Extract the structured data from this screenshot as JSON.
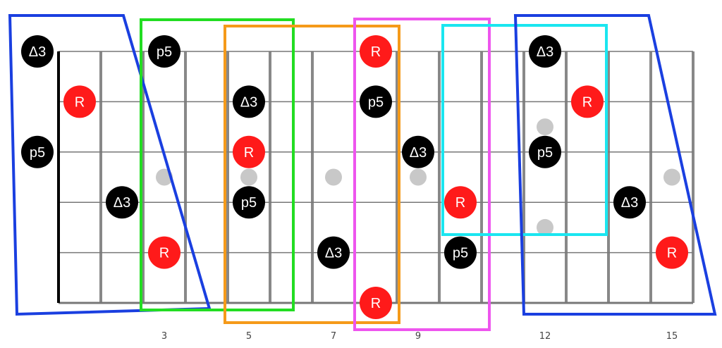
{
  "fretboard": {
    "strings": 6,
    "frets": 15,
    "fret_numbers": [
      "3",
      "5",
      "7",
      "9",
      "12",
      "15"
    ],
    "fret_number_positions": [
      3,
      5,
      7,
      9,
      12,
      15
    ],
    "inlay_frets": [
      3,
      5,
      7,
      9,
      15
    ],
    "double_inlay_fret": 12,
    "colors": {
      "root": "#ff1a1a",
      "interval": "#000000",
      "inlay": "#c8c8c8",
      "fret": "#888888"
    },
    "notes": [
      {
        "string": 1,
        "fret": 0,
        "label": "Δ3",
        "type": "interval"
      },
      {
        "string": 1,
        "fret": 3,
        "label": "p5",
        "type": "interval"
      },
      {
        "string": 1,
        "fret": 8,
        "label": "R",
        "type": "root"
      },
      {
        "string": 1,
        "fret": 12,
        "label": "Δ3",
        "type": "interval"
      },
      {
        "string": 2,
        "fret": 1,
        "label": "R",
        "type": "root"
      },
      {
        "string": 2,
        "fret": 5,
        "label": "Δ3",
        "type": "interval"
      },
      {
        "string": 2,
        "fret": 8,
        "label": "p5",
        "type": "interval"
      },
      {
        "string": 2,
        "fret": 13,
        "label": "R",
        "type": "root"
      },
      {
        "string": 3,
        "fret": 0,
        "label": "p5",
        "type": "interval"
      },
      {
        "string": 3,
        "fret": 5,
        "label": "R",
        "type": "root"
      },
      {
        "string": 3,
        "fret": 9,
        "label": "Δ3",
        "type": "interval"
      },
      {
        "string": 3,
        "fret": 12,
        "label": "p5",
        "type": "interval"
      },
      {
        "string": 4,
        "fret": 2,
        "label": "Δ3",
        "type": "interval"
      },
      {
        "string": 4,
        "fret": 5,
        "label": "p5",
        "type": "interval"
      },
      {
        "string": 4,
        "fret": 10,
        "label": "R",
        "type": "root"
      },
      {
        "string": 4,
        "fret": 14,
        "label": "Δ3",
        "type": "interval"
      },
      {
        "string": 5,
        "fret": 3,
        "label": "R",
        "type": "root"
      },
      {
        "string": 5,
        "fret": 7,
        "label": "Δ3",
        "type": "interval"
      },
      {
        "string": 5,
        "fret": 10,
        "label": "p5",
        "type": "interval"
      },
      {
        "string": 5,
        "fret": 15,
        "label": "R",
        "type": "root"
      },
      {
        "string": 6,
        "fret": 8,
        "label": "R",
        "type": "root"
      }
    ],
    "shape_boxes": [
      {
        "name": "blue-left-shape",
        "color": "#1a3fe0"
      },
      {
        "name": "green-shape",
        "color": "#22dd22"
      },
      {
        "name": "orange-shape",
        "color": "#f59a1a"
      },
      {
        "name": "magenta-shape",
        "color": "#ee55ee"
      },
      {
        "name": "cyan-shape",
        "color": "#1ae6f0"
      },
      {
        "name": "blue-right-shape",
        "color": "#1a3fe0"
      }
    ]
  }
}
